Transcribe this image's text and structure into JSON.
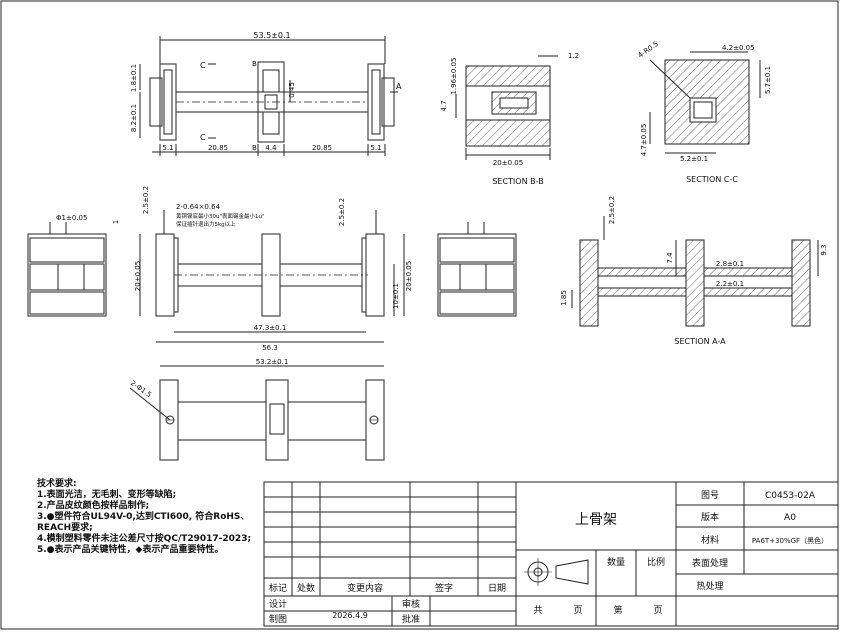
{
  "views": {
    "top": {
      "overall_width": "53.5±0.1",
      "height_upper": "1.8±0.1",
      "height_lower": "8.2±0.1",
      "seg_left": "5.1",
      "seg_mid_left": "20.85",
      "seg_center": "4.4",
      "seg_mid_right": "20.85",
      "seg_right": "5.1",
      "center_dim": "0.45",
      "cut_c": "C",
      "cut_b": "B",
      "cut_a": "A"
    },
    "section_bb": {
      "title": "SECTION B-B",
      "dim_top": "1.2",
      "dim_left": "1.96±0.05",
      "dim_side": "4.7",
      "dim_bottom": "20±0.05"
    },
    "section_cc": {
      "title": "SECTION C-C",
      "radius": "4-R0.5",
      "dim_top": "4.2±0.05",
      "dim_right": "5.7±0.1",
      "dim_left": "4.7±0.05",
      "dim_bottom": "5.2±0.1"
    },
    "front": {
      "pin_dia": "Φ1±0.05",
      "pin_len": "1",
      "pin_h_left": "2.5±0.2",
      "pin_size": "2-0.64×0.64",
      "note1": "黄铜镍底最小30u\"表面锡金最小1u\"",
      "note2": "保证插针退出力5kg以上",
      "pin_h_right": "2.5±0.2",
      "height_left": "20±0.05",
      "height_right": "20±0.05",
      "inner": "10±0.1",
      "inner_w": "47.3±0.1",
      "total_w": "56.3"
    },
    "section_aa": {
      "title": "SECTION A-A",
      "dim_top": "2.5±0.2",
      "dim_inner1": "2.8±0.1",
      "dim_inner2": "2.2±0.1",
      "dim_left": "7.4",
      "dim_right": "9.3",
      "dim_bottom": "1.85"
    },
    "bottom": {
      "width": "53.2±0.1",
      "hole": "2-Φ1.5"
    }
  },
  "notes": [
    "技术要求:",
    "1.表面光洁，无毛刺、变形等缺陷;",
    "2.产品皮纹颜色按样品制作;",
    "3.●塑件符合UL94V-0,达到CTI600, 符合RoHS、REACH要求;",
    "4.模制塑料零件未注公差尺寸按QC/T29017-2023;",
    "5.●表示产品关键特性，◆表示产品重要特性。"
  ],
  "title_block": {
    "part_name": "上骨架",
    "drawing_no_label": "图号",
    "drawing_no": "C0453-02A",
    "version_label": "版本",
    "version": "A0",
    "material_label": "材料",
    "material": "PA6T+30%GF（黑色）",
    "qty_label": "数量",
    "scale_label": "比例",
    "surface_label": "表面处理",
    "heat_label": "热处理",
    "rev_mark": "标记",
    "rev_count": "处数",
    "rev_content": "变更内容",
    "rev_sign": "签字",
    "rev_date": "日期",
    "design": "设计",
    "drafter": "制图",
    "date": "2026.4.9",
    "review": "审核",
    "approve": "批准",
    "total": "共",
    "page": "页",
    "sheet": "第",
    "page2": "页"
  }
}
